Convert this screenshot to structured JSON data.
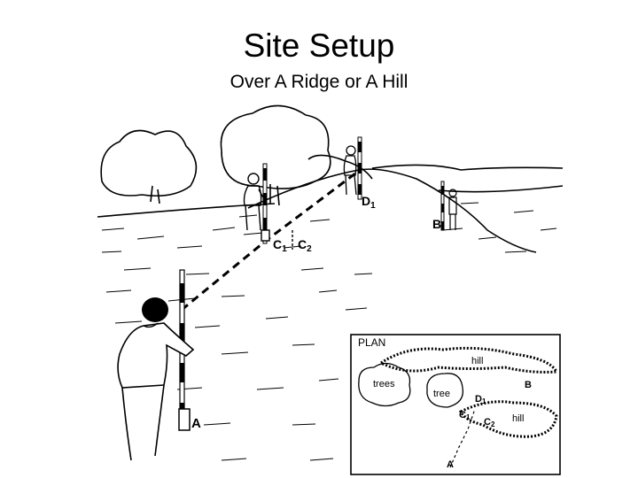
{
  "slide": {
    "title": "Site Setup",
    "subtitle": "Over A Ridge or A Hill"
  },
  "illustration": {
    "labels": {
      "a": "A",
      "b": "B",
      "c1": "C",
      "c1_sub": "1",
      "c2": "C",
      "c2_sub": "2",
      "d1": "D",
      "d1_sub": "1"
    },
    "plan": {
      "title": "PLAN",
      "hill_top": "hill",
      "hill_bottom": "hill",
      "trees": "trees",
      "tree": "tree",
      "b": "B",
      "d1": "D",
      "d1_sub": "1",
      "c1": "C",
      "c1_sub": "1",
      "c2": "C",
      "c2_sub": "2",
      "a": "A"
    }
  }
}
